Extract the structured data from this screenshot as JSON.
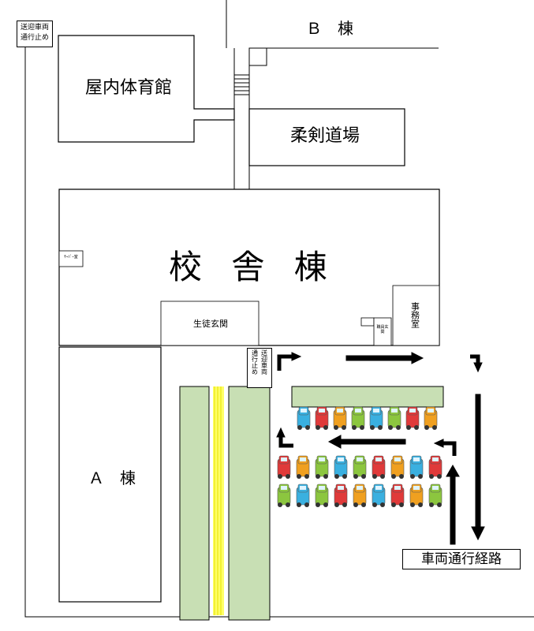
{
  "labels": {
    "b_building": "Ｂ　棟",
    "gym": "屋内体育館",
    "judo_hall": "柔剣道場",
    "school_building": "校 舎 棟",
    "entrance": "生徒玄関",
    "office": "事務室",
    "a_building": "Ａ　棟",
    "room_small": "ｻｰﾊﾞｰ室",
    "room_small2": "職員玄関",
    "no_entry_1": [
      "送迎車両",
      "通行止め"
    ],
    "no_entry_2": [
      "送迎",
      "車両",
      "通行",
      "止め"
    ],
    "legend": "車両通行経路"
  },
  "colors": {
    "green_area": "#c8dfb4",
    "yellow_line": "#ffff66",
    "car_colors": [
      "#3ab0e0",
      "#e03a3a",
      "#f0a020",
      "#8cc63f",
      "#3ab0e0",
      "#8cc63f",
      "#e03a3a",
      "#f0a020"
    ]
  },
  "parking": {
    "top_row_cars": 8,
    "middle_row_cars": 9,
    "bottom_row_cars": 9
  }
}
